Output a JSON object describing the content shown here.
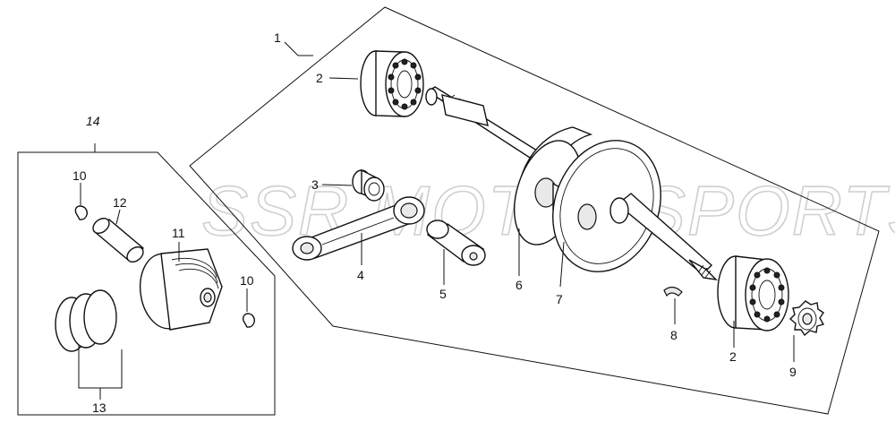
{
  "watermark": "SSR MOTORSPORTS",
  "callouts": {
    "c1": "1",
    "c2a": "2",
    "c2b": "2",
    "c3": "3",
    "c4": "4",
    "c5": "5",
    "c6": "6",
    "c7": "7",
    "c8": "8",
    "c9": "9",
    "c10a": "10",
    "c10b": "10",
    "c11": "11",
    "c12": "12",
    "c13": "13",
    "c14": "14"
  }
}
